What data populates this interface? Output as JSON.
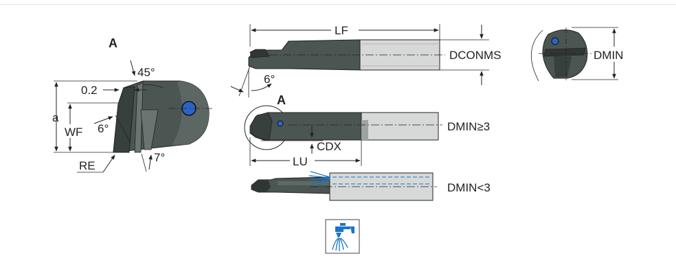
{
  "detail_view": {
    "label": "A",
    "angle_top": "45°",
    "offset": "0.2",
    "dim_a": "a",
    "dim_wf": "WF",
    "angle_side": "6°",
    "radius": "RE",
    "angle_bottom": "7°"
  },
  "side_view": {
    "dim_lf": "LF",
    "dim_dconms": "DCONMS",
    "angle": "6°"
  },
  "end_view": {
    "dim_dmin": "DMIN"
  },
  "variant_large": {
    "label": "A",
    "condition": "DMIN≥3",
    "dim_cdx": "CDX",
    "dim_lu": "LU"
  },
  "variant_small": {
    "condition": "DMIN<3"
  },
  "coolant": {
    "icon": "coolant-tap-icon",
    "color": "#1a73c7"
  },
  "colors": {
    "shank_dark": "#4b5552",
    "shank_light": "#d7d9d9",
    "hole": "#2b64c9",
    "line": "#222222"
  }
}
